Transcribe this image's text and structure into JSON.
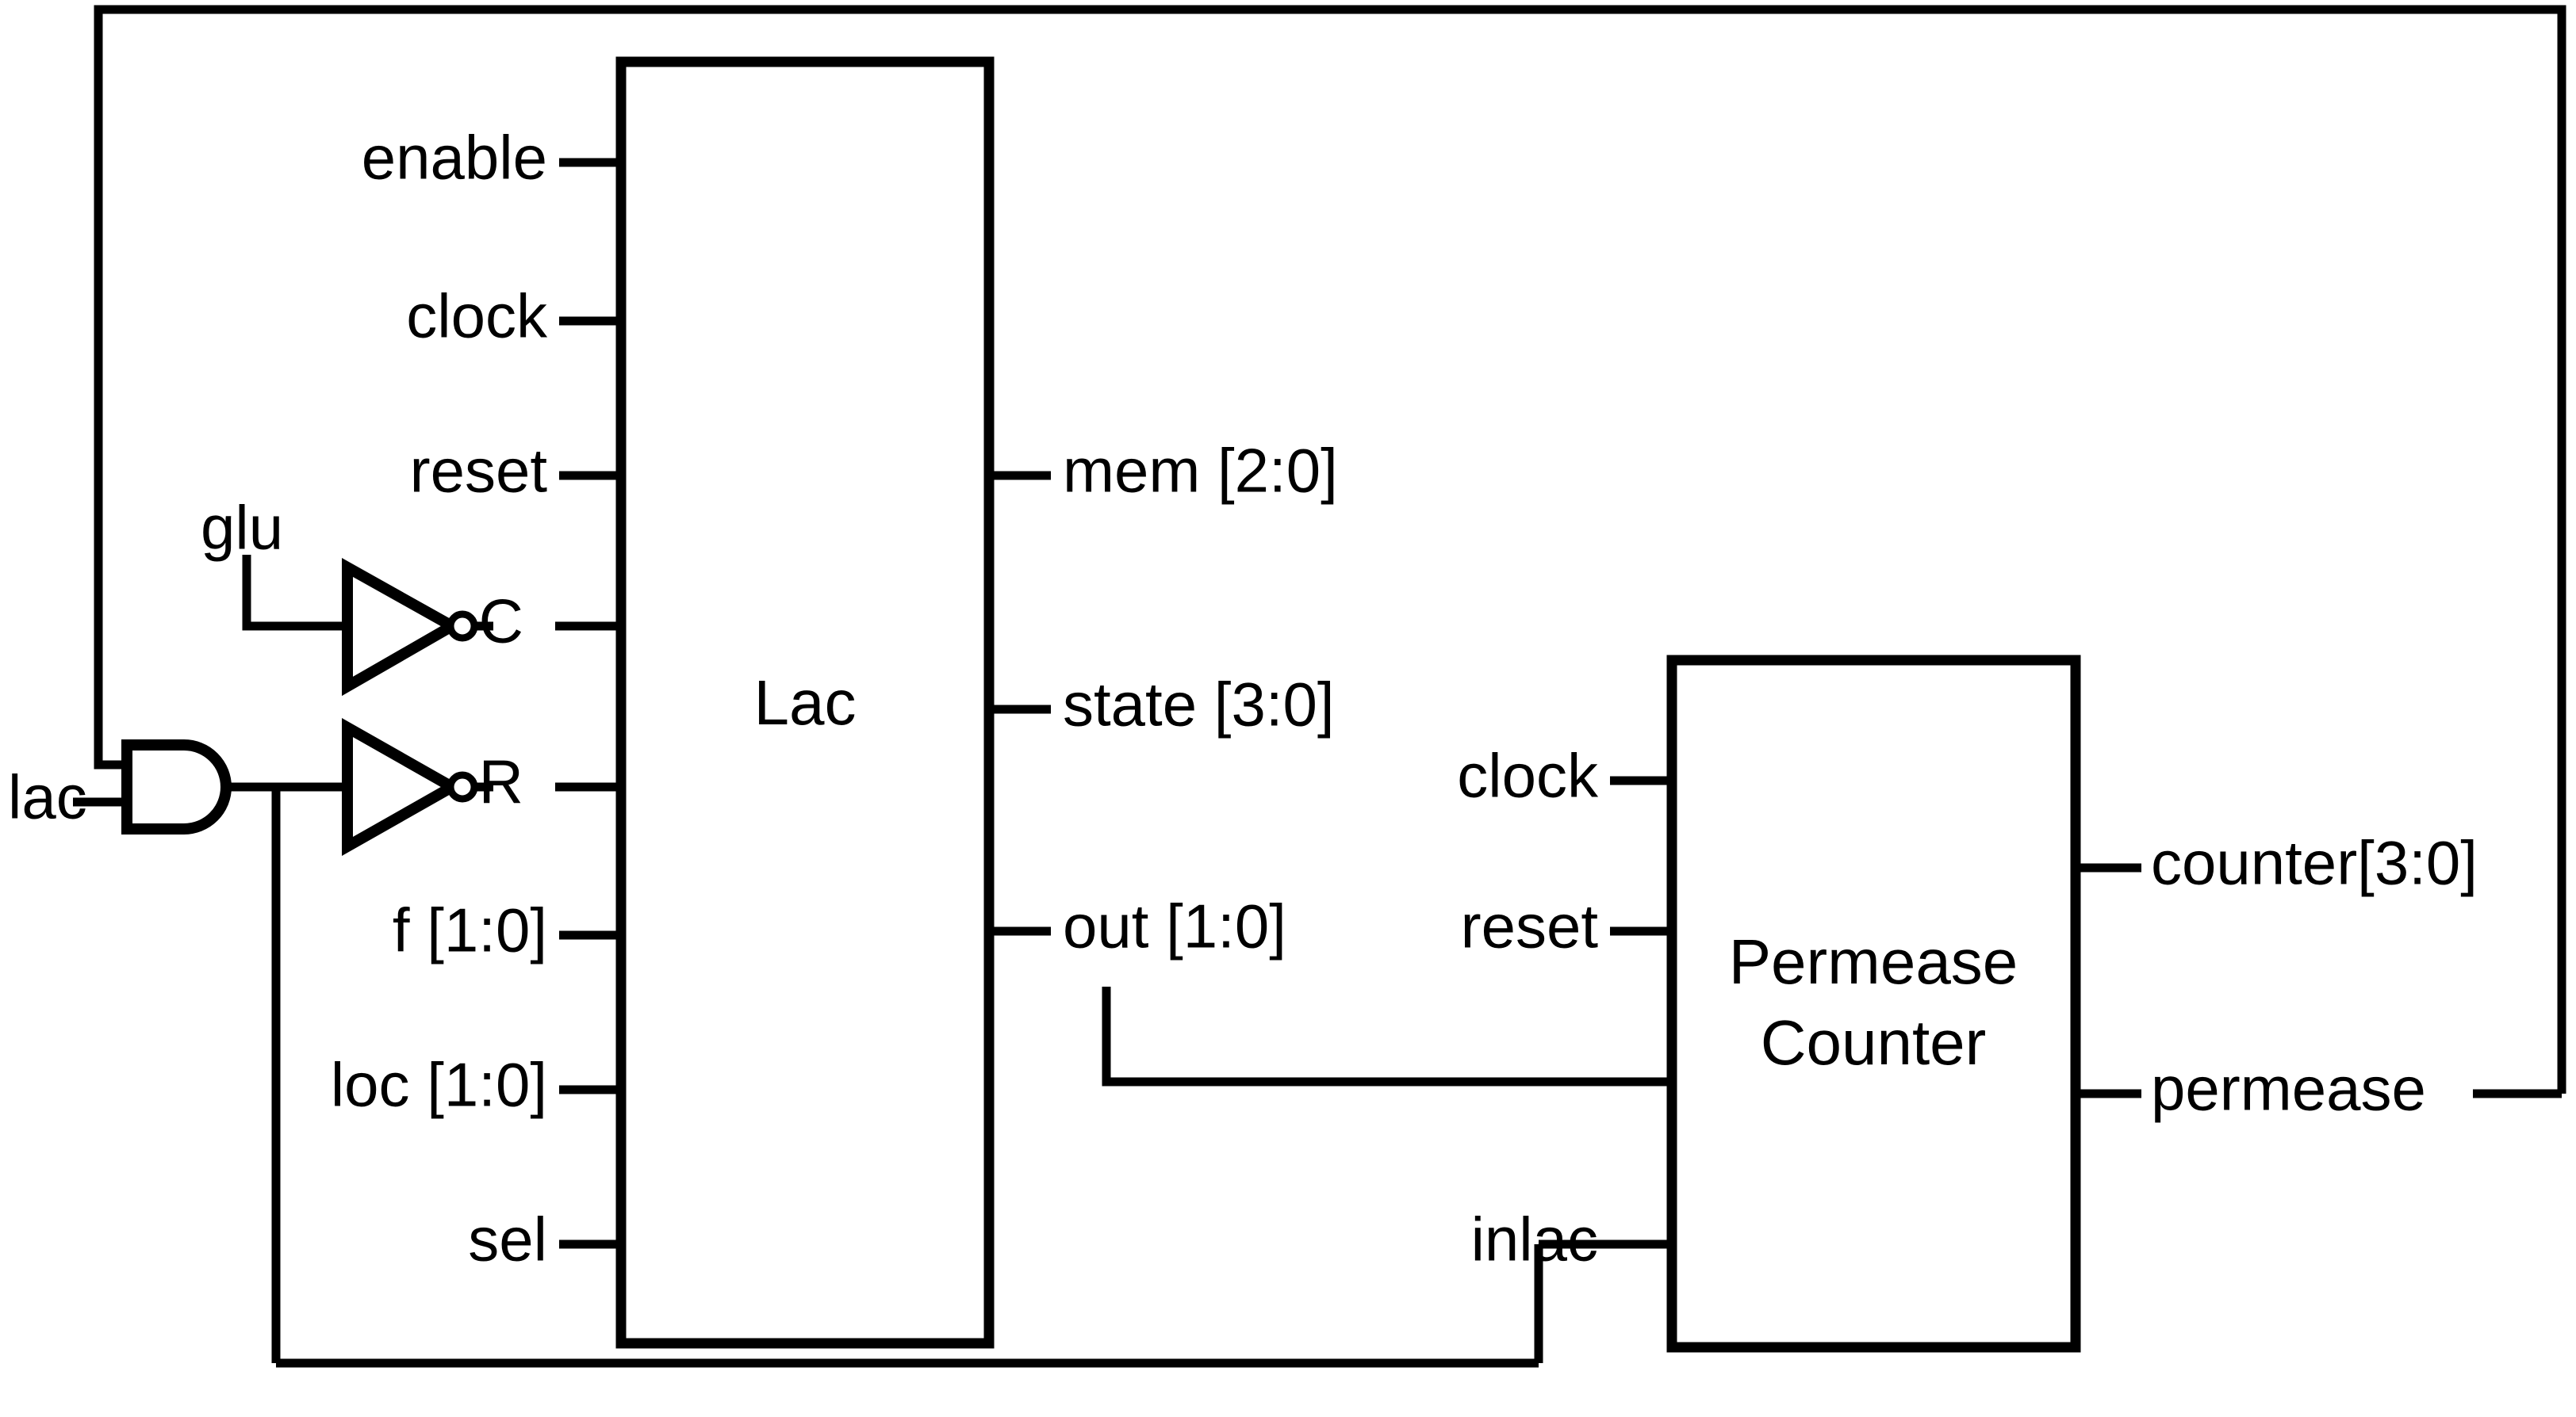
{
  "diagram": {
    "title": "Lac operon control schematic",
    "line_color": "#000000",
    "background_color": "#ffffff",
    "blocks": [
      {
        "id": "lac",
        "label": "Lac",
        "inputs": [
          "enable",
          "clock",
          "reset",
          "C",
          "R",
          "f [1:0]",
          "loc [1:0]",
          "sel"
        ],
        "outputs": [
          "mem [2:0]",
          "state [3:0]",
          "out [1:0]"
        ]
      },
      {
        "id": "permease_counter",
        "label_line1": "Permease",
        "label_line2": "Counter",
        "inputs": [
          "clock",
          "reset",
          "inlac"
        ],
        "outputs": [
          "counter[3:0]",
          "permease"
        ]
      }
    ],
    "gates": [
      {
        "id": "and-gate",
        "type": "and",
        "inputs": 2,
        "output_label": ""
      },
      {
        "id": "inverter-glu",
        "type": "not",
        "input_label": "glu",
        "output_label": "C"
      },
      {
        "id": "inverter-lac",
        "type": "not",
        "input_label": "",
        "output_label": "R"
      }
    ],
    "external_signals": [
      {
        "name": "lac",
        "direction": "input"
      },
      {
        "name": "glu",
        "direction": "input"
      }
    ]
  },
  "labels": {
    "lac_input": "lac",
    "glu_input": "glu",
    "lac_block_title": "Lac",
    "lac_in_enable": "enable",
    "lac_in_clock": "clock",
    "lac_in_reset": "reset",
    "lac_in_c": "C",
    "lac_in_r": "R",
    "lac_in_f": "f [1:0]",
    "lac_in_loc": "loc [1:0]",
    "lac_in_sel": "sel",
    "lac_out_mem": "mem [2:0]",
    "lac_out_state": "state [3:0]",
    "lac_out_out": "out [1:0]",
    "pc_title_line1": "Permease",
    "pc_title_line2": "Counter",
    "pc_in_clock": "clock",
    "pc_in_reset": "reset",
    "pc_in_inlac": "inlac",
    "pc_out_counter": "counter[3:0]",
    "pc_out_permease": "permease"
  }
}
